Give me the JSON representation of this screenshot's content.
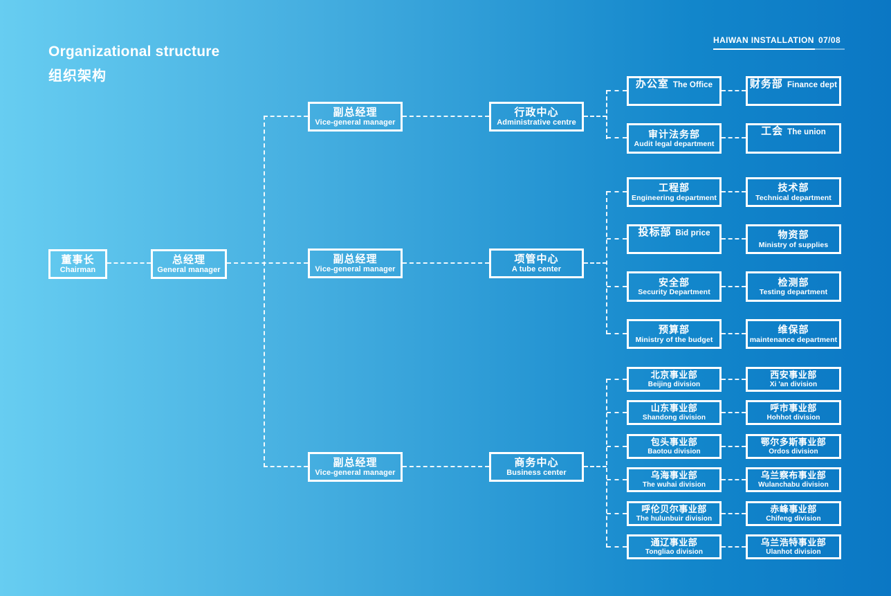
{
  "header": {
    "brand": "HAIWAN INSTALLATION",
    "page": "07/08"
  },
  "title": {
    "en": "Organizational structure",
    "zh": "组织架构"
  },
  "colors": {
    "bg_left": "#67cdf1",
    "bg_right": "#0b77c4",
    "box_border": "#ffffff",
    "text": "#ffffff"
  },
  "nodes": {
    "chairman": {
      "zh": "董事长",
      "en": "Chairman"
    },
    "general_manager": {
      "zh": "总经理",
      "en": "General manager"
    },
    "vgm1": {
      "zh": "副总经理",
      "en": "Vice-general manager"
    },
    "vgm2": {
      "zh": "副总经理",
      "en": "Vice-general manager"
    },
    "vgm3": {
      "zh": "副总经理",
      "en": "Vice-general manager"
    },
    "center_admin": {
      "zh": "行政中心",
      "en": "Administrative centre"
    },
    "center_project": {
      "zh": "项管中心",
      "en": "A tube center"
    },
    "center_business": {
      "zh": "商务中心",
      "en": "Business center"
    }
  },
  "departments": {
    "admin": [
      {
        "zh": "办公室",
        "en": "The Office"
      },
      {
        "zh": "财务部",
        "en": "Finance dept"
      },
      {
        "zh": "审计法务部",
        "en": "Audit legal department"
      },
      {
        "zh": "工会",
        "en": "The union"
      }
    ],
    "project": [
      {
        "zh": "工程部",
        "en": "Engineering department"
      },
      {
        "zh": "技术部",
        "en": "Technical department"
      },
      {
        "zh": "投标部",
        "en": "Bid price"
      },
      {
        "zh": "物资部",
        "en": "Ministry of supplies"
      },
      {
        "zh": "安全部",
        "en": "Security Department"
      },
      {
        "zh": "检测部",
        "en": "Testing department"
      },
      {
        "zh": "预算部",
        "en": "Ministry of the budget"
      },
      {
        "zh": "维保部",
        "en": "maintenance department"
      }
    ],
    "business": [
      {
        "zh": "北京事业部",
        "en": "Beijing division"
      },
      {
        "zh": "西安事业部",
        "en": "Xi 'an division"
      },
      {
        "zh": "山东事业部",
        "en": "Shandong division"
      },
      {
        "zh": "呼市事业部",
        "en": "Hohhot division"
      },
      {
        "zh": "包头事业部",
        "en": "Baotou division"
      },
      {
        "zh": "鄂尔多斯事业部",
        "en": "Ordos division"
      },
      {
        "zh": "乌海事业部",
        "en": "The wuhai division"
      },
      {
        "zh": "乌兰察布事业部",
        "en": "Wulanchabu division"
      },
      {
        "zh": "呼伦贝尔事业部",
        "en": "The hulunbuir division"
      },
      {
        "zh": "赤峰事业部",
        "en": "Chifeng division"
      },
      {
        "zh": "通辽事业部",
        "en": "Tongliao division"
      },
      {
        "zh": "乌兰浩特事业部",
        "en": "Ulanhot division"
      }
    ]
  }
}
